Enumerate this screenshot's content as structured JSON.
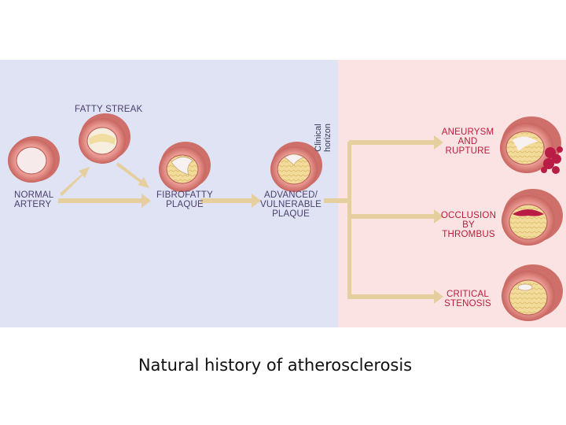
{
  "diagram": {
    "horizon_label": "Clinical\nhorizon",
    "stages": {
      "normal": "NORMAL\nARTERY",
      "fatty_streak": "FATTY STREAK",
      "fibrofatty": "FIBROFATTY\nPLAQUE",
      "advanced": "ADVANCED/\nVULNERABLE\nPLAQUE"
    },
    "outcomes": {
      "aneurysm": "ANEURYSM\nAND\nRUPTURE",
      "occlusion": "OCCLUSION\nBY\nTHROMBUS",
      "stenosis": "CRITICAL\nSTENOSIS"
    },
    "colors": {
      "subclinical_bg": "#dfe3f3",
      "clinical_bg": "#fbe3e3",
      "arrow": "#e6cf9e",
      "artery_wall": "#df8b86",
      "plaque": "#f3dc9b",
      "thrombus": "#b91c44",
      "label": "#4a3e6e",
      "outcome_label": "#b81c3c"
    }
  },
  "caption": "Natural history of atherosclerosis"
}
